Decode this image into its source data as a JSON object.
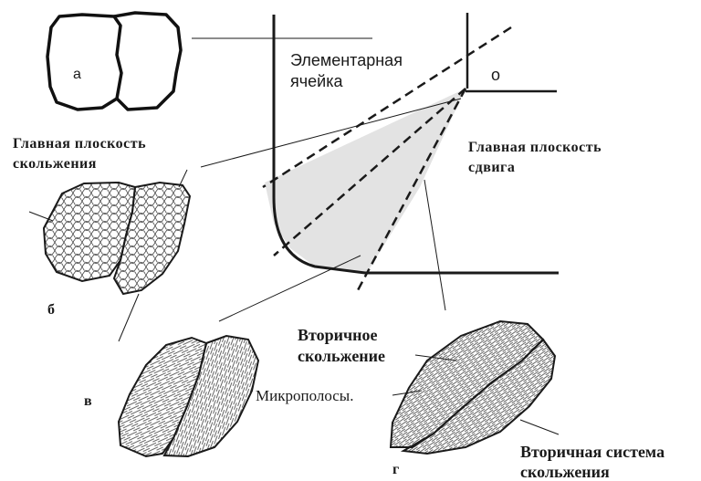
{
  "diagram": {
    "labels": {
      "elementary_cell": [
        "Элементарная",
        "ячейка"
      ],
      "point_o": "о",
      "main_slip_plane": [
        "Главная плоскость",
        "скольжения"
      ],
      "main_shear_plane": [
        "Главная плоскость",
        "сдвига"
      ],
      "grain_a": "а",
      "grain_b": "б",
      "grain_v": "в",
      "grain_g": "г",
      "secondary_slip": [
        "Вторичное",
        "скольжение"
      ],
      "microbands": "Микрополосы.",
      "secondary_slip_system": [
        "Вторичная система",
        "скольжения"
      ]
    },
    "colors": {
      "ink": "#1a1a1a",
      "shear_zone_fill": "#e3e3e3"
    }
  }
}
